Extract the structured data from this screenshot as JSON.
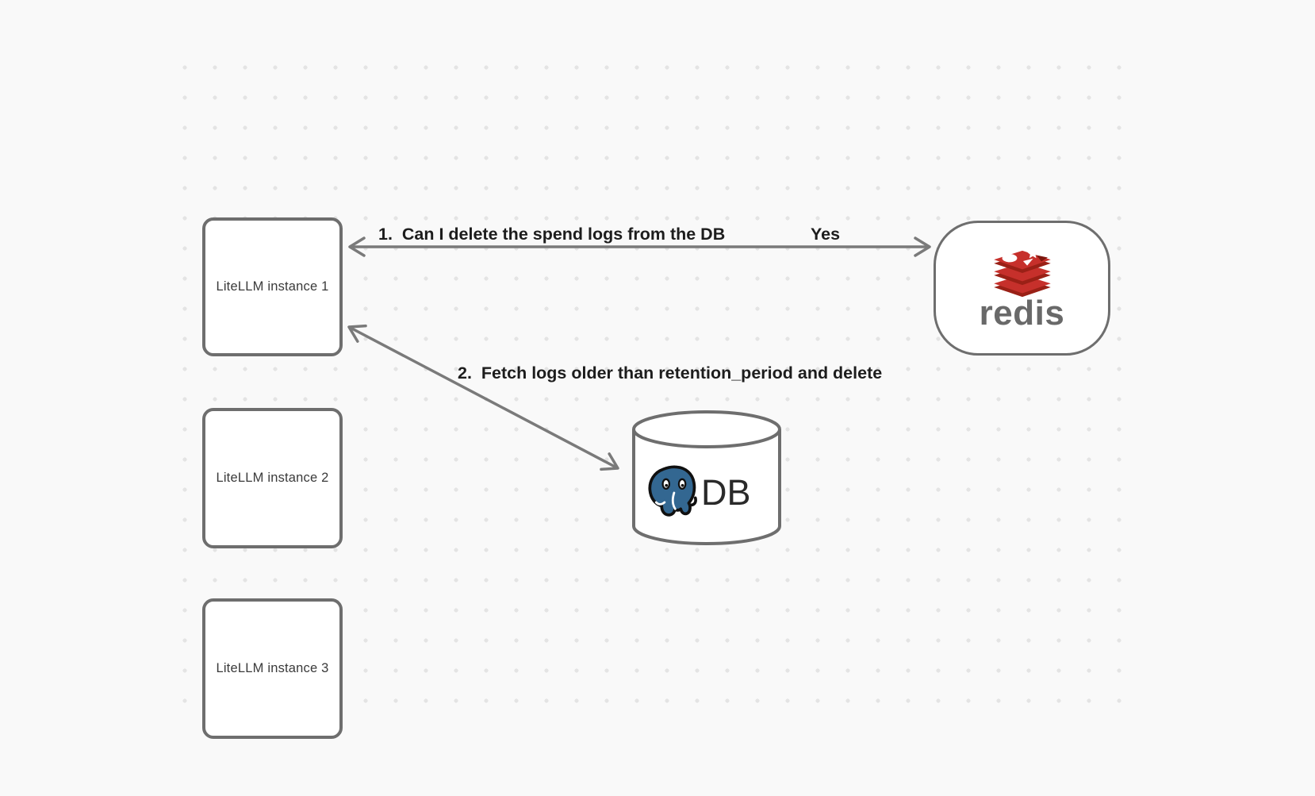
{
  "canvas": {
    "background_color": "#f9f9f9",
    "dot_color": "#e4e4e4",
    "shape_border_color": "#6e6e6e",
    "arrow_color": "#7a7a7a",
    "arrow_label_color": "#1d1d1d"
  },
  "nodes": {
    "litellm_instances": [
      {
        "label": "LiteLLM instance 1"
      },
      {
        "label": "LiteLLM instance 2"
      },
      {
        "label": "LiteLLM instance 3"
      }
    ],
    "redis": {
      "wordmark": "redis",
      "wordmark_color": "#696969",
      "logo_red": "#c6302b",
      "logo_dark_red": "#9a2016"
    },
    "database": {
      "label": "DB",
      "postgres_blue": "#336791"
    }
  },
  "arrows": [
    {
      "label": "1.  Can I delete the spend logs from the DB",
      "response": "Yes"
    },
    {
      "label": "2.  Fetch logs older than retention_period and delete"
    }
  ]
}
